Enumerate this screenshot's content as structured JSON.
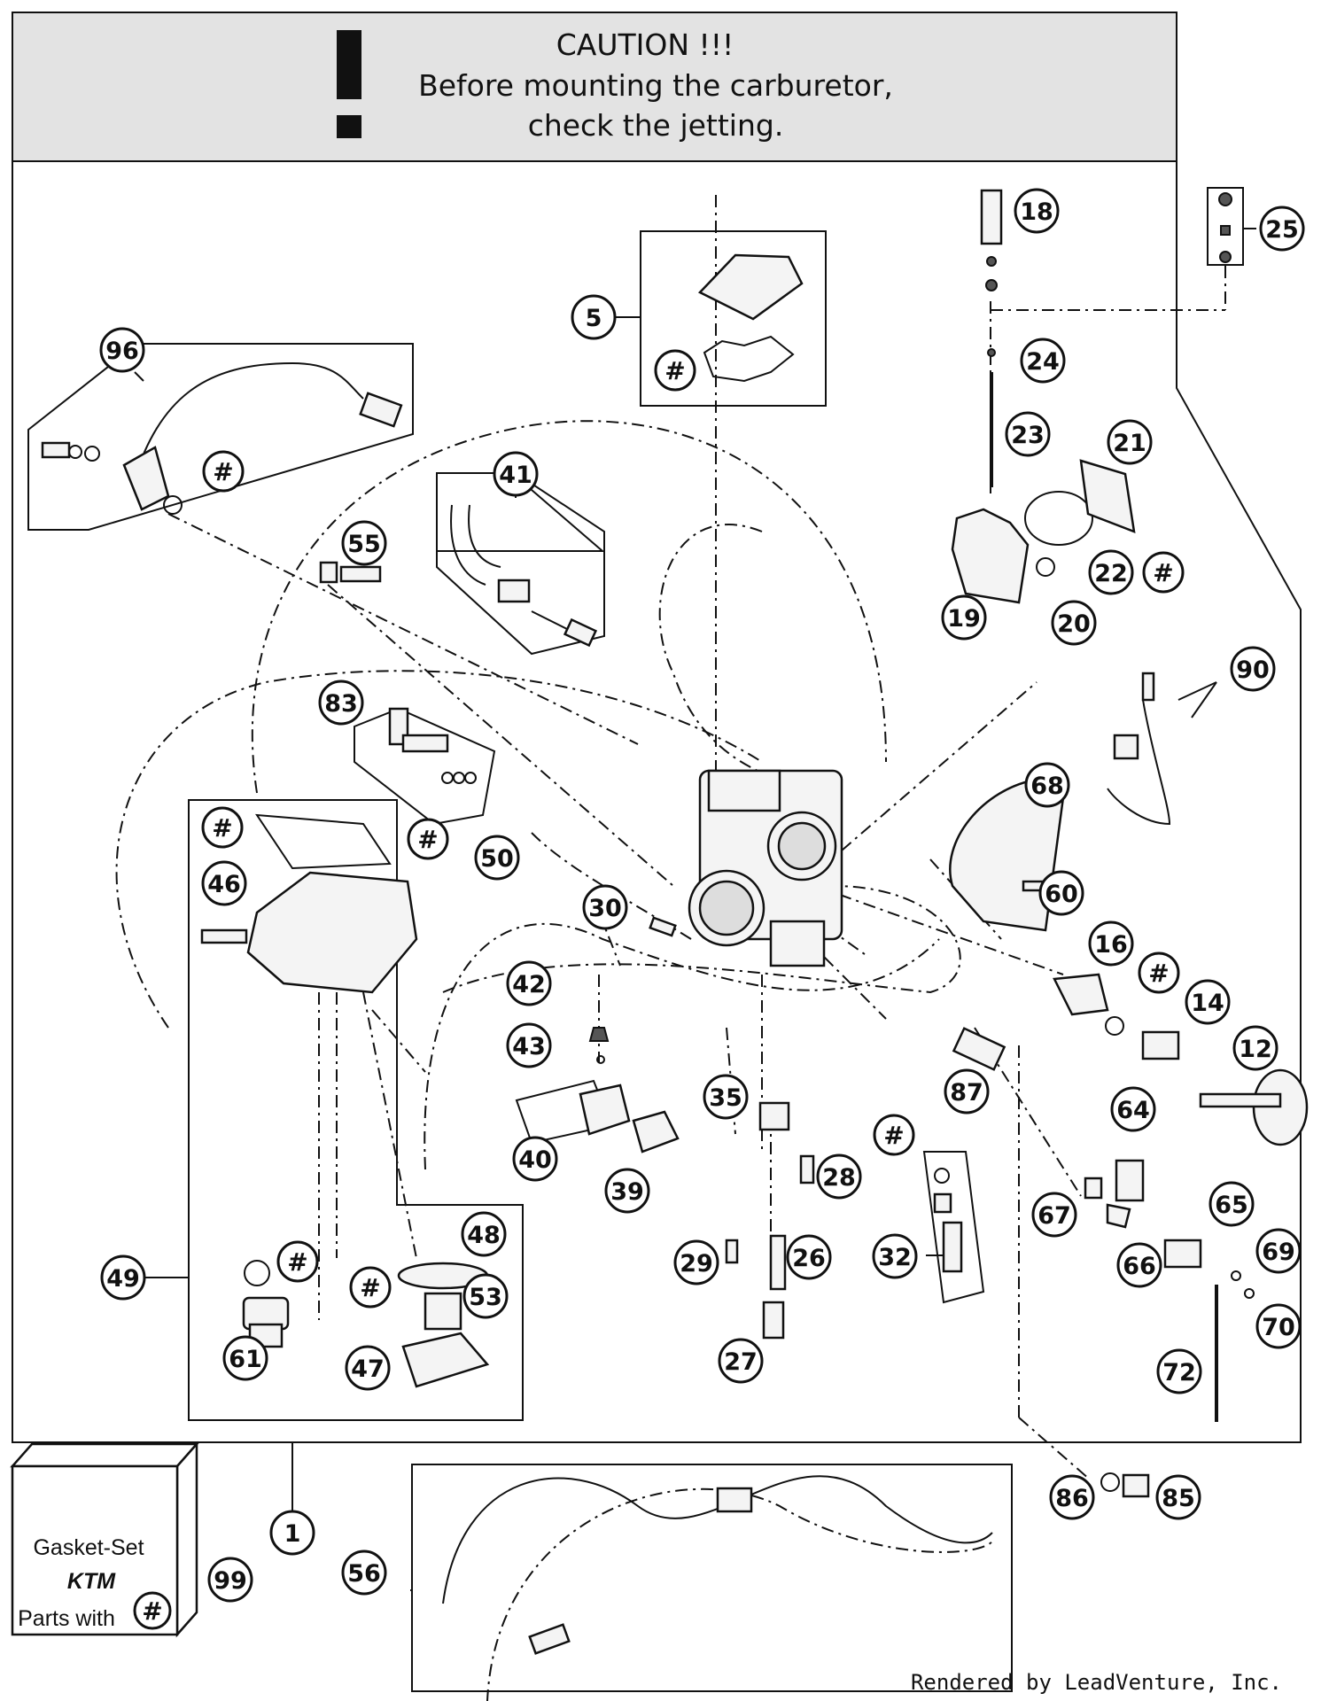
{
  "caution": {
    "line1": "CAUTION !!!",
    "line2": "Before mounting the carburetor,",
    "line3": "check the jetting."
  },
  "gasket_set": {
    "title": "Gasket-Set",
    "brand": "KTM",
    "footer": "Parts with",
    "symbol": "#"
  },
  "hash_symbol": "#",
  "callouts": {
    "c1": "1",
    "c5": "5",
    "c12": "12",
    "c14": "14",
    "c16": "16",
    "c18": "18",
    "c19": "19",
    "c20": "20",
    "c21": "21",
    "c22": "22",
    "c23": "23",
    "c24": "24",
    "c25": "25",
    "c26": "26",
    "c27": "27",
    "c28": "28",
    "c29": "29",
    "c30": "30",
    "c32": "32",
    "c35": "35",
    "c39": "39",
    "c40": "40",
    "c41": "41",
    "c42": "42",
    "c43": "43",
    "c46": "46",
    "c47": "47",
    "c48": "48",
    "c49": "49",
    "c50": "50",
    "c53": "53",
    "c55": "55",
    "c56": "56",
    "c60": "60",
    "c61": "61",
    "c64": "64",
    "c65": "65",
    "c66": "66",
    "c67": "67",
    "c68": "68",
    "c69": "69",
    "c70": "70",
    "c72": "72",
    "c83": "83",
    "c85": "85",
    "c86": "86",
    "c87": "87",
    "c90": "90",
    "c96": "96",
    "c99": "99"
  },
  "credit": "Rendered by LeadVenture, Inc.",
  "colors": {
    "line": "#111111",
    "banner": "#e3e3e3",
    "paper": "#ffffff"
  }
}
